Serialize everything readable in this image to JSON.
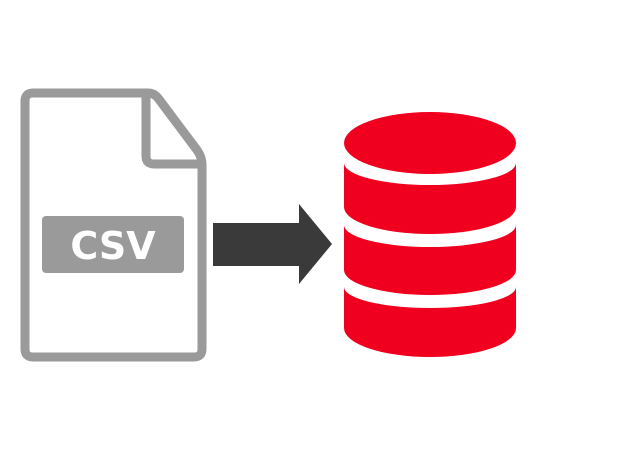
{
  "file_icon": {
    "label": "CSV",
    "color": "#9a9a9a"
  },
  "arrow": {
    "color": "#3a3a3a",
    "direction": "right"
  },
  "database_icon": {
    "color": "#f0001e",
    "tiers": 3
  }
}
